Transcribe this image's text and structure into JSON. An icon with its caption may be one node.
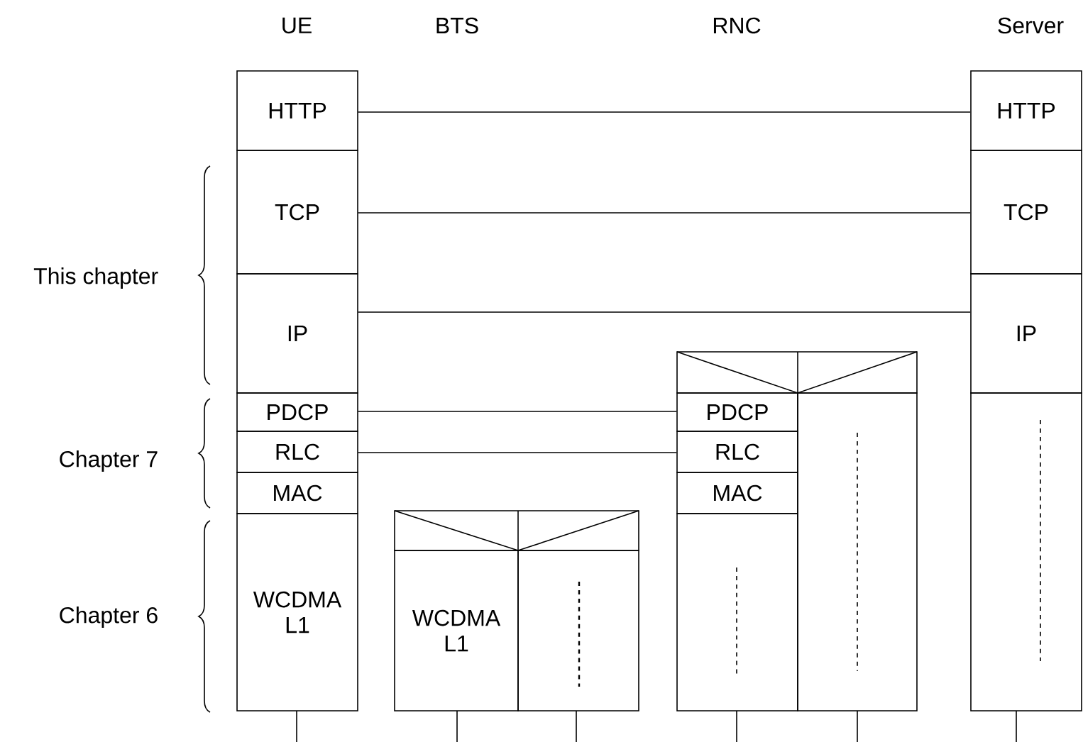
{
  "diagram": {
    "nodes": [
      {
        "text": [
          "HTTP"
        ]
      },
      {
        "text": [
          "TCP"
        ]
      },
      {
        "text": [
          "IP"
        ]
      },
      {
        "text": [
          "PDCP"
        ]
      },
      {
        "text": [
          "RLC"
        ]
      },
      {
        "text": [
          "MAC"
        ]
      },
      {
        "text": [
          "WCDMA L1"
        ]
      },
      {
        "text": [],
        "shape": "box"
      },
      {
        "text": [
          "WCDMA L1"
        ]
      },
      {
        "text": [],
        "shape": "box"
      },
      {
        "text": [],
        "shape": "box"
      },
      {
        "text": [
          "PDCP"
        ]
      },
      {
        "text": [
          "RLC"
        ]
      },
      {
        "text": [
          "MAC"
        ]
      },
      {
        "text": [],
        "shape": "box"
      },
      {
        "text": [],
        "shape": "box"
      },
      {
        "text": [
          "HTTP"
        ]
      },
      {
        "text": [
          "TCP"
        ]
      },
      {
        "text": [
          "IP"
        ]
      },
      {
        "text": [],
        "shape": "box"
      }
    ],
    "edges": [
      {
        "from": 0,
        "to": 16,
        "arrow": "none"
      },
      {
        "from": 1,
        "to": 17,
        "arrow": "none"
      },
      {
        "from": 2,
        "to": 18,
        "arrow": "none"
      },
      {
        "from": 3,
        "to": 11,
        "arrow": "none"
      },
      {
        "from": 4,
        "to": 12,
        "arrow": "none"
      }
    ],
    "labels": [
      "UE",
      "BTS",
      "RNC",
      "Server",
      "This chapter",
      "Chapter 7",
      "Chapter 6"
    ]
  }
}
